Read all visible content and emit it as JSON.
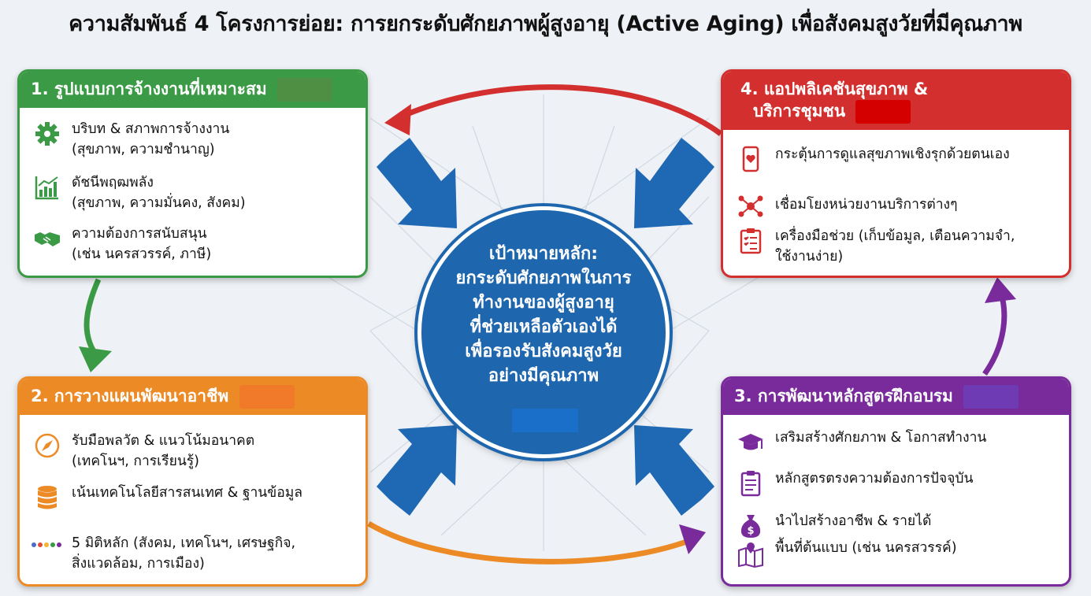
{
  "title": "ความสัมพันธ์ 4 โครงการย่อย: การยกระดับศักยภาพผู้สูงอายุ (Active Aging) เพื่อสังคมสูงวัยที่มีคุณภาพ",
  "colors": {
    "green": "#3b9a45",
    "orange": "#ec8a26",
    "red": "#d32f2f",
    "purple": "#7a2b9b",
    "blue": "#1e66ad"
  },
  "center": {
    "lines": [
      "เป้าหมายหลัก:",
      "ยกระดับศักยภาพในการ",
      "ทำงานของผู้สูงอายุ",
      "ที่ช่วยเหลือตัวเองได้",
      "เพื่อรองรับสังคมสูงวัย",
      "อย่างมีคุณภาพ"
    ]
  },
  "box1": {
    "title": "1. รูปแบบการจ้างงานที่เหมาะสม",
    "items": [
      {
        "icon": "gear-icon",
        "line1": "บริบท & สภาพการจ้างงาน",
        "line2": "(สุขภาพ, ความชำนาญ)"
      },
      {
        "icon": "bar-chart-icon",
        "line1": "ดัชนีพฤฒพลัง",
        "line2": "(สุขภาพ, ความมั่นคง, สังคม)"
      },
      {
        "icon": "handshake-icon",
        "line1": "ความต้องการสนับสนุน",
        "line2": "(เช่น นครสวรรค์, ภาษี)"
      }
    ]
  },
  "box2": {
    "title": "2. การวางแผนพัฒนาอาชีพ",
    "items": [
      {
        "icon": "compass-icon",
        "line1": "รับมือพลวัต & แนวโน้มอนาคต",
        "line2": "(เทคโนฯ, การเรียนรู้)"
      },
      {
        "icon": "database-icon",
        "line1": "เน้นเทคโนโลยีสารสนเทศ & ฐานข้อมูล",
        "line2": ""
      },
      {
        "icon": "dots-icon",
        "line1": "5 มิติหลัก (สังคม, เทคโนฯ, เศรษฐกิจ,",
        "line2": "สิ่งแวดล้อม, การเมือง)"
      }
    ]
  },
  "box3": {
    "title": "3. การพัฒนาหลักสูตรฝึกอบรม",
    "items": [
      {
        "icon": "graduation-cap-icon",
        "line1": "เสริมสร้างศักยภาพ & โอกาสทำงาน"
      },
      {
        "icon": "clipboard-icon",
        "line1": "หลักสูตรตรงความต้องการปัจจุบัน"
      },
      {
        "icon": "money-bag-icon",
        "line1": "นำไปสร้างอาชีพ & รายได้"
      },
      {
        "icon": "map-icon",
        "line1": "พื้นที่ต้นแบบ (เช่น นครสวรรค์)"
      }
    ]
  },
  "box4": {
    "title_line1": "4. แอปพลิเคชันสุขภาพ &",
    "title_line2": "บริการชุมชน",
    "items": [
      {
        "icon": "phone-heart-icon",
        "line1": "กระตุ้นการดูแลสุขภาพเชิงรุกด้วยตนเอง",
        "line2": ""
      },
      {
        "icon": "network-icon",
        "line1": "เชื่อมโยงหน่วยงานบริการต่างๆ",
        "line2": ""
      },
      {
        "icon": "checklist-icon",
        "line1": "เครื่องมือช่วย (เก็บข้อมูล, เตือนความจำ,",
        "line2": "ใช้งานง่าย)"
      }
    ]
  }
}
